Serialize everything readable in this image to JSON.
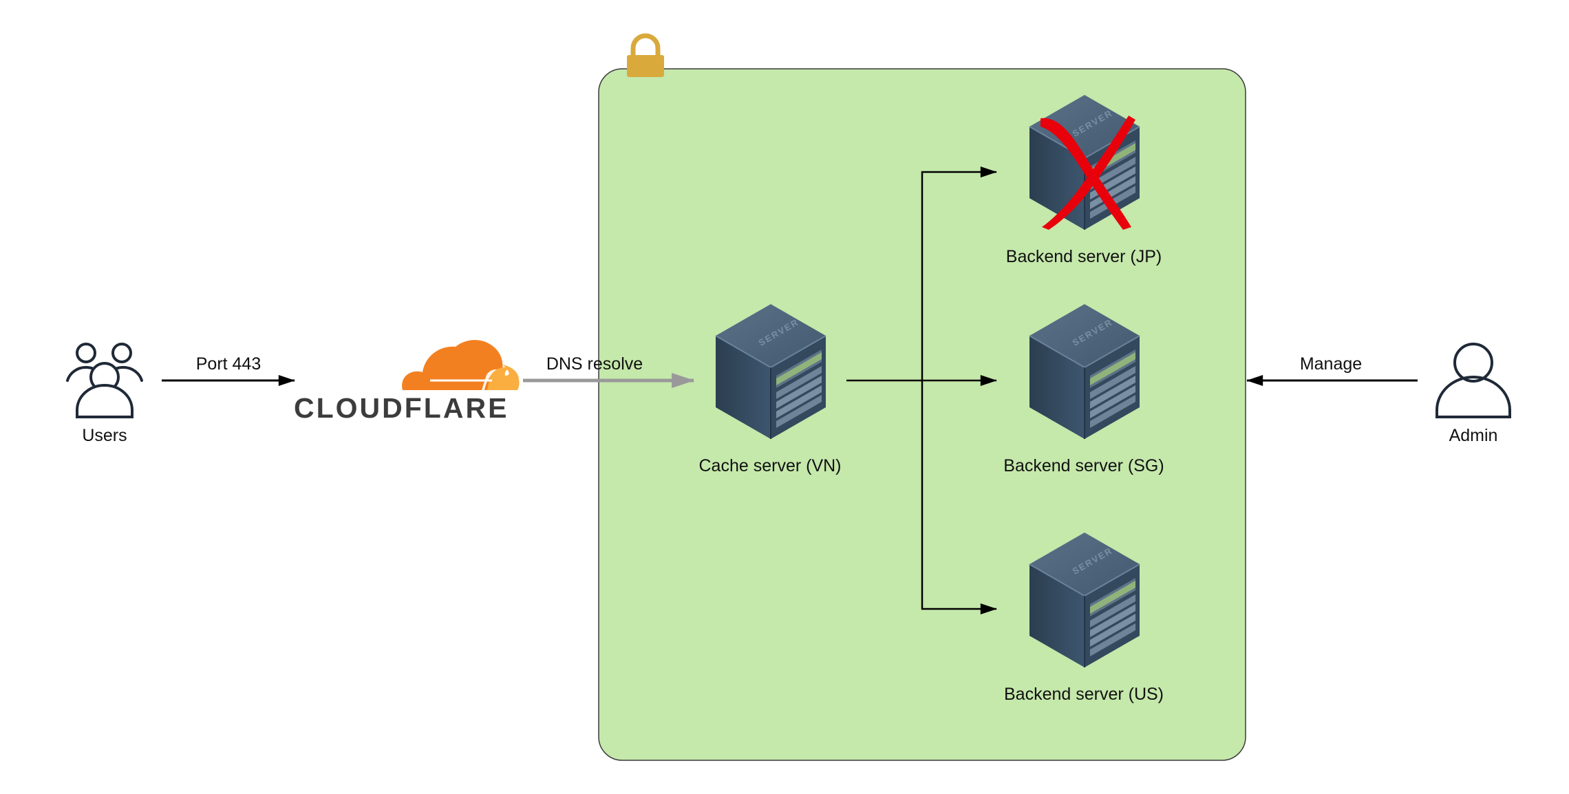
{
  "labels": {
    "users": "Users",
    "port": "Port 443",
    "dns": "DNS resolve",
    "cache": "Cache server (VN)",
    "backend_jp": "Backend server (JP)",
    "backend_sg": "Backend server (SG)",
    "backend_us": "Backend server (US)",
    "manage": "Manage",
    "admin": "Admin"
  },
  "logo": {
    "text": "CLOUDFLARE"
  },
  "server_badge": "SERVER",
  "colors": {
    "secure_zone": "#c5e8ab",
    "lock": "#d9a93c",
    "cloudflare_orange": "#f38020",
    "cloudflare_light": "#faae40",
    "dns_arrow": "#999999",
    "failed_cross": "#e8000b",
    "server": "#34495e"
  },
  "icons": [
    "users-icon",
    "cloudflare-logo",
    "lock-icon",
    "server-icon",
    "cross-icon",
    "admin-icon"
  ]
}
